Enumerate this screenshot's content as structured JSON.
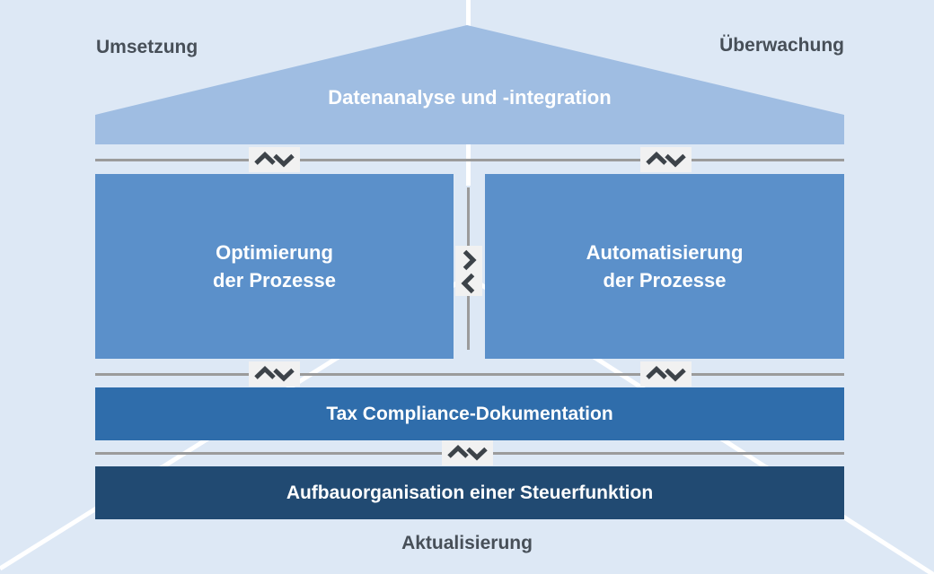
{
  "colors": {
    "background": "#dde8f5",
    "bg_line": "#ffffff",
    "roof": "#9fbde2",
    "process_box": "#5b90ca",
    "tax_band": "#2f6dab",
    "org_band": "#214a72",
    "connector": "#9b9b9b",
    "chevron_box": "#f1f1f1",
    "chevron": "#3d4349",
    "corner_label": "#474f58",
    "box_text": "#ffffff"
  },
  "labels": {
    "top_left": "Umsetzung",
    "top_right": "Überwachung",
    "bottom": "Aktualisierung"
  },
  "roof": {
    "label": "Datenanalyse und -integration"
  },
  "process_boxes": {
    "left": {
      "line1": "Optimierung",
      "line2": "der Prozesse"
    },
    "right": {
      "line1": "Automatisierung",
      "line2": "der Prozesse"
    }
  },
  "bands": {
    "tax": {
      "label": "Tax Compliance-Dokumentation"
    },
    "org": {
      "label": "Aufbauorganisation einer Steuerfunktion"
    }
  }
}
